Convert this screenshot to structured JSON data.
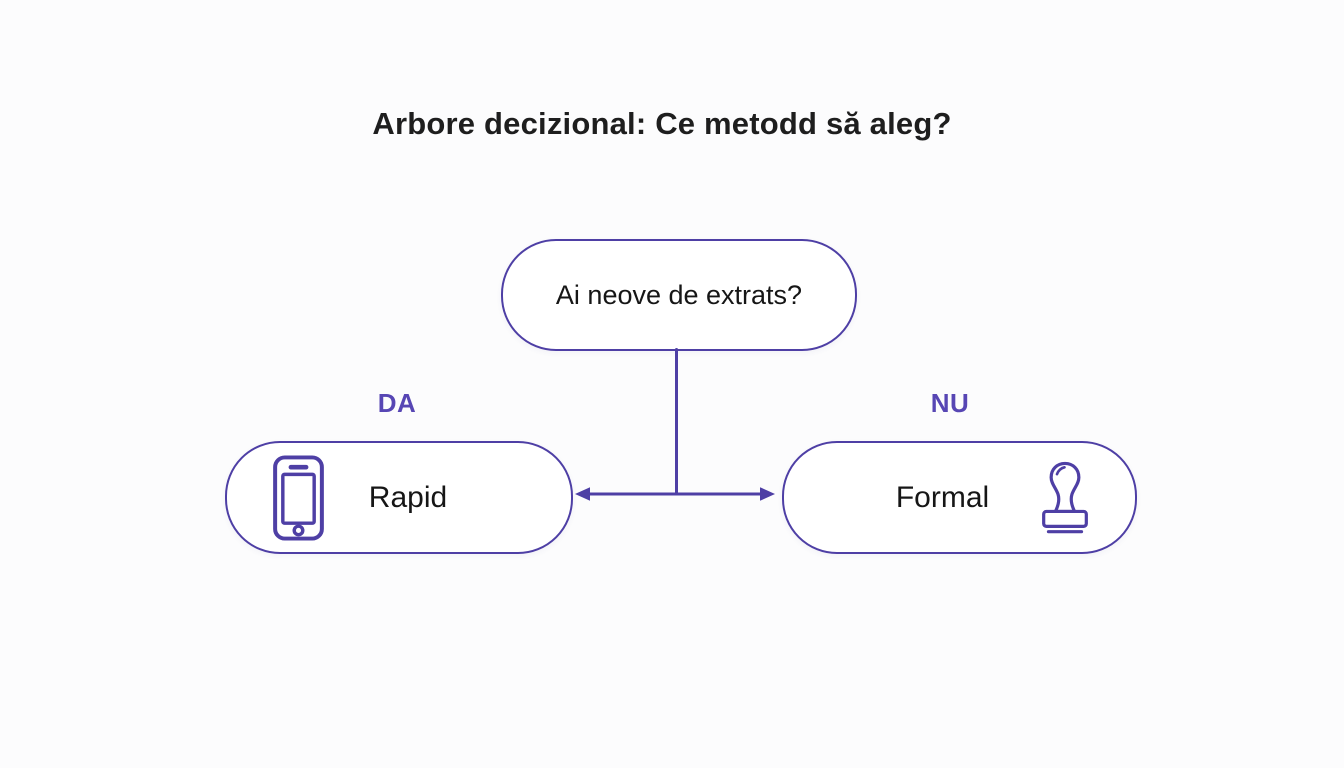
{
  "title": "Arbore decizional: Ce metodd să aleg?",
  "tree": {
    "root": {
      "question": "Ai neove de extrats?"
    },
    "branches": [
      {
        "answer": "DA",
        "result": "Rapid",
        "icon": "smartphone-icon"
      },
      {
        "answer": "NU",
        "result": "Formal",
        "icon": "stamp-icon"
      }
    ]
  },
  "colors": {
    "accent": "#4e3fa5",
    "branch_label": "#5746b4",
    "title_text": "#1e1e1e",
    "node_text": "#161616",
    "background": "#fcfcfd",
    "node_fill": "#ffffff"
  }
}
